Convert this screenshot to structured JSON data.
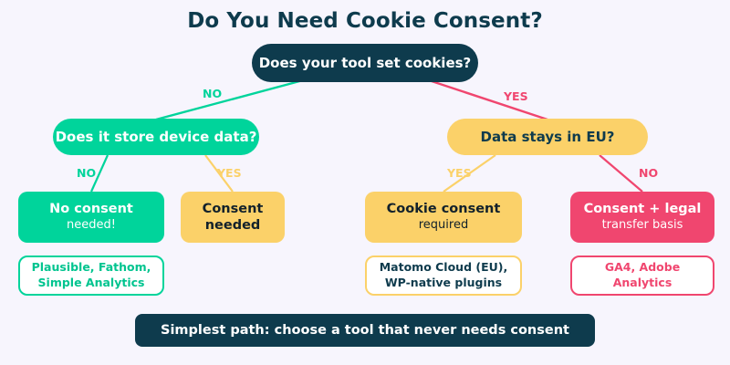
{
  "page": {
    "title": "Do You Need Cookie Consent?",
    "background_color": "#f7f5fd"
  },
  "palette": {
    "navy": "#0e3b4d",
    "green": "#00d49b",
    "amber": "#fbd169",
    "crimson": "#f0466f",
    "white": "#ffffff"
  },
  "chart_data": {
    "type": "diagram",
    "title": "Do You Need Cookie Consent?",
    "nodes": [
      {
        "id": "root",
        "label": "Does your tool set cookies?",
        "kind": "decision",
        "color": "#0e3b4d"
      },
      {
        "id": "device",
        "label": "Does it store device data?",
        "kind": "decision",
        "color": "#00d49b"
      },
      {
        "id": "eu",
        "label": "Data stays in EU?",
        "kind": "decision",
        "color": "#fbd169"
      },
      {
        "id": "no-consent",
        "label": "No consent needed!",
        "kind": "outcome",
        "color": "#00d49b"
      },
      {
        "id": "consent",
        "label": "Consent needed",
        "kind": "outcome",
        "color": "#fbd169"
      },
      {
        "id": "cookie",
        "label": "Cookie consent required",
        "kind": "outcome",
        "color": "#fbd169"
      },
      {
        "id": "legal",
        "label": "Consent + legal transfer basis",
        "kind": "outcome",
        "color": "#f0466f"
      }
    ],
    "edges": [
      {
        "from": "root",
        "to": "device",
        "label": "NO",
        "color": "#00d49b"
      },
      {
        "from": "root",
        "to": "eu",
        "label": "YES",
        "color": "#f0466f"
      },
      {
        "from": "device",
        "to": "no-consent",
        "label": "NO",
        "color": "#00d49b"
      },
      {
        "from": "device",
        "to": "consent",
        "label": "YES",
        "color": "#fbd169"
      },
      {
        "from": "eu",
        "to": "cookie",
        "label": "YES",
        "color": "#fbd169"
      },
      {
        "from": "eu",
        "to": "legal",
        "label": "NO",
        "color": "#f0466f"
      }
    ]
  },
  "nodes": {
    "root": {
      "text": "Does your tool set cookies?"
    },
    "left": {
      "text": "Does it store device data?"
    },
    "right": {
      "text": "Data stays in EU?"
    }
  },
  "outcomes": {
    "no_consent": {
      "line1": "No consent",
      "line2": "needed!"
    },
    "consent": {
      "line1": "Consent",
      "line2": "needed"
    },
    "cookie": {
      "line1": "Cookie consent",
      "line2": "required"
    },
    "legal": {
      "line1": "Consent + legal",
      "line2": "transfer basis"
    }
  },
  "chips": {
    "green": {
      "line1": "Plausible, Fathom,",
      "line2": "Simple Analytics"
    },
    "amber": {
      "line1": "Matomo Cloud (EU),",
      "line2": "WP-native plugins"
    },
    "crimson": {
      "line1": "GA4, Adobe",
      "line2": "Analytics"
    }
  },
  "edge_labels": {
    "root_no": "NO",
    "root_yes": "YES",
    "left_no": "NO",
    "left_yes": "YES",
    "right_yes": "YES",
    "right_no": "NO"
  },
  "footer": {
    "text": "Simplest path: choose a tool that never needs consent"
  }
}
